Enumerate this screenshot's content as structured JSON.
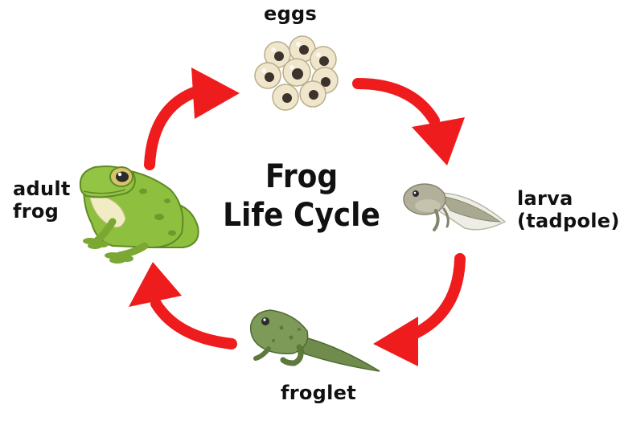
{
  "title": {
    "line1": "Frog",
    "line2": "Life Cycle"
  },
  "stages": {
    "eggs": {
      "label": "eggs",
      "icon": "frog-eggs-icon"
    },
    "larva": {
      "label_line1": "larva",
      "label_line2": "(tadpole)",
      "icon": "tadpole-icon"
    },
    "froglet": {
      "label": "froglet",
      "icon": "froglet-icon"
    },
    "adult": {
      "label_line1": "adult",
      "label_line2": "frog",
      "icon": "adult-frog-icon"
    }
  },
  "colors": {
    "arrow": "#ee1c1c",
    "frog_green": "#8fbf3f",
    "froglet_green": "#7d9a58",
    "tadpole_gray": "#a6a58c",
    "egg_cream": "#efe6cc",
    "background": "#ffffff"
  }
}
